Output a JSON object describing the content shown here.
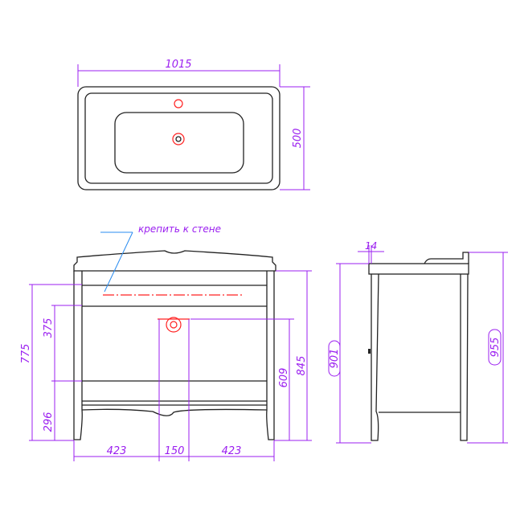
{
  "colors": {
    "dimension": "#9b1ff0",
    "outline": "#222222",
    "axis": "#ff2020",
    "leader": "#2a8cf0"
  },
  "top_view": {
    "width_label": "1015",
    "depth_label": "500"
  },
  "front_view": {
    "note": "крепить к стене",
    "height_775": "775",
    "height_375": "375",
    "height_296": "296",
    "height_609": "609",
    "height_845": "845",
    "bottom_left": "423",
    "bottom_center": "150",
    "bottom_right": "423"
  },
  "side_view": {
    "offset_label": "14",
    "height_901": "901",
    "height_955": "955"
  }
}
